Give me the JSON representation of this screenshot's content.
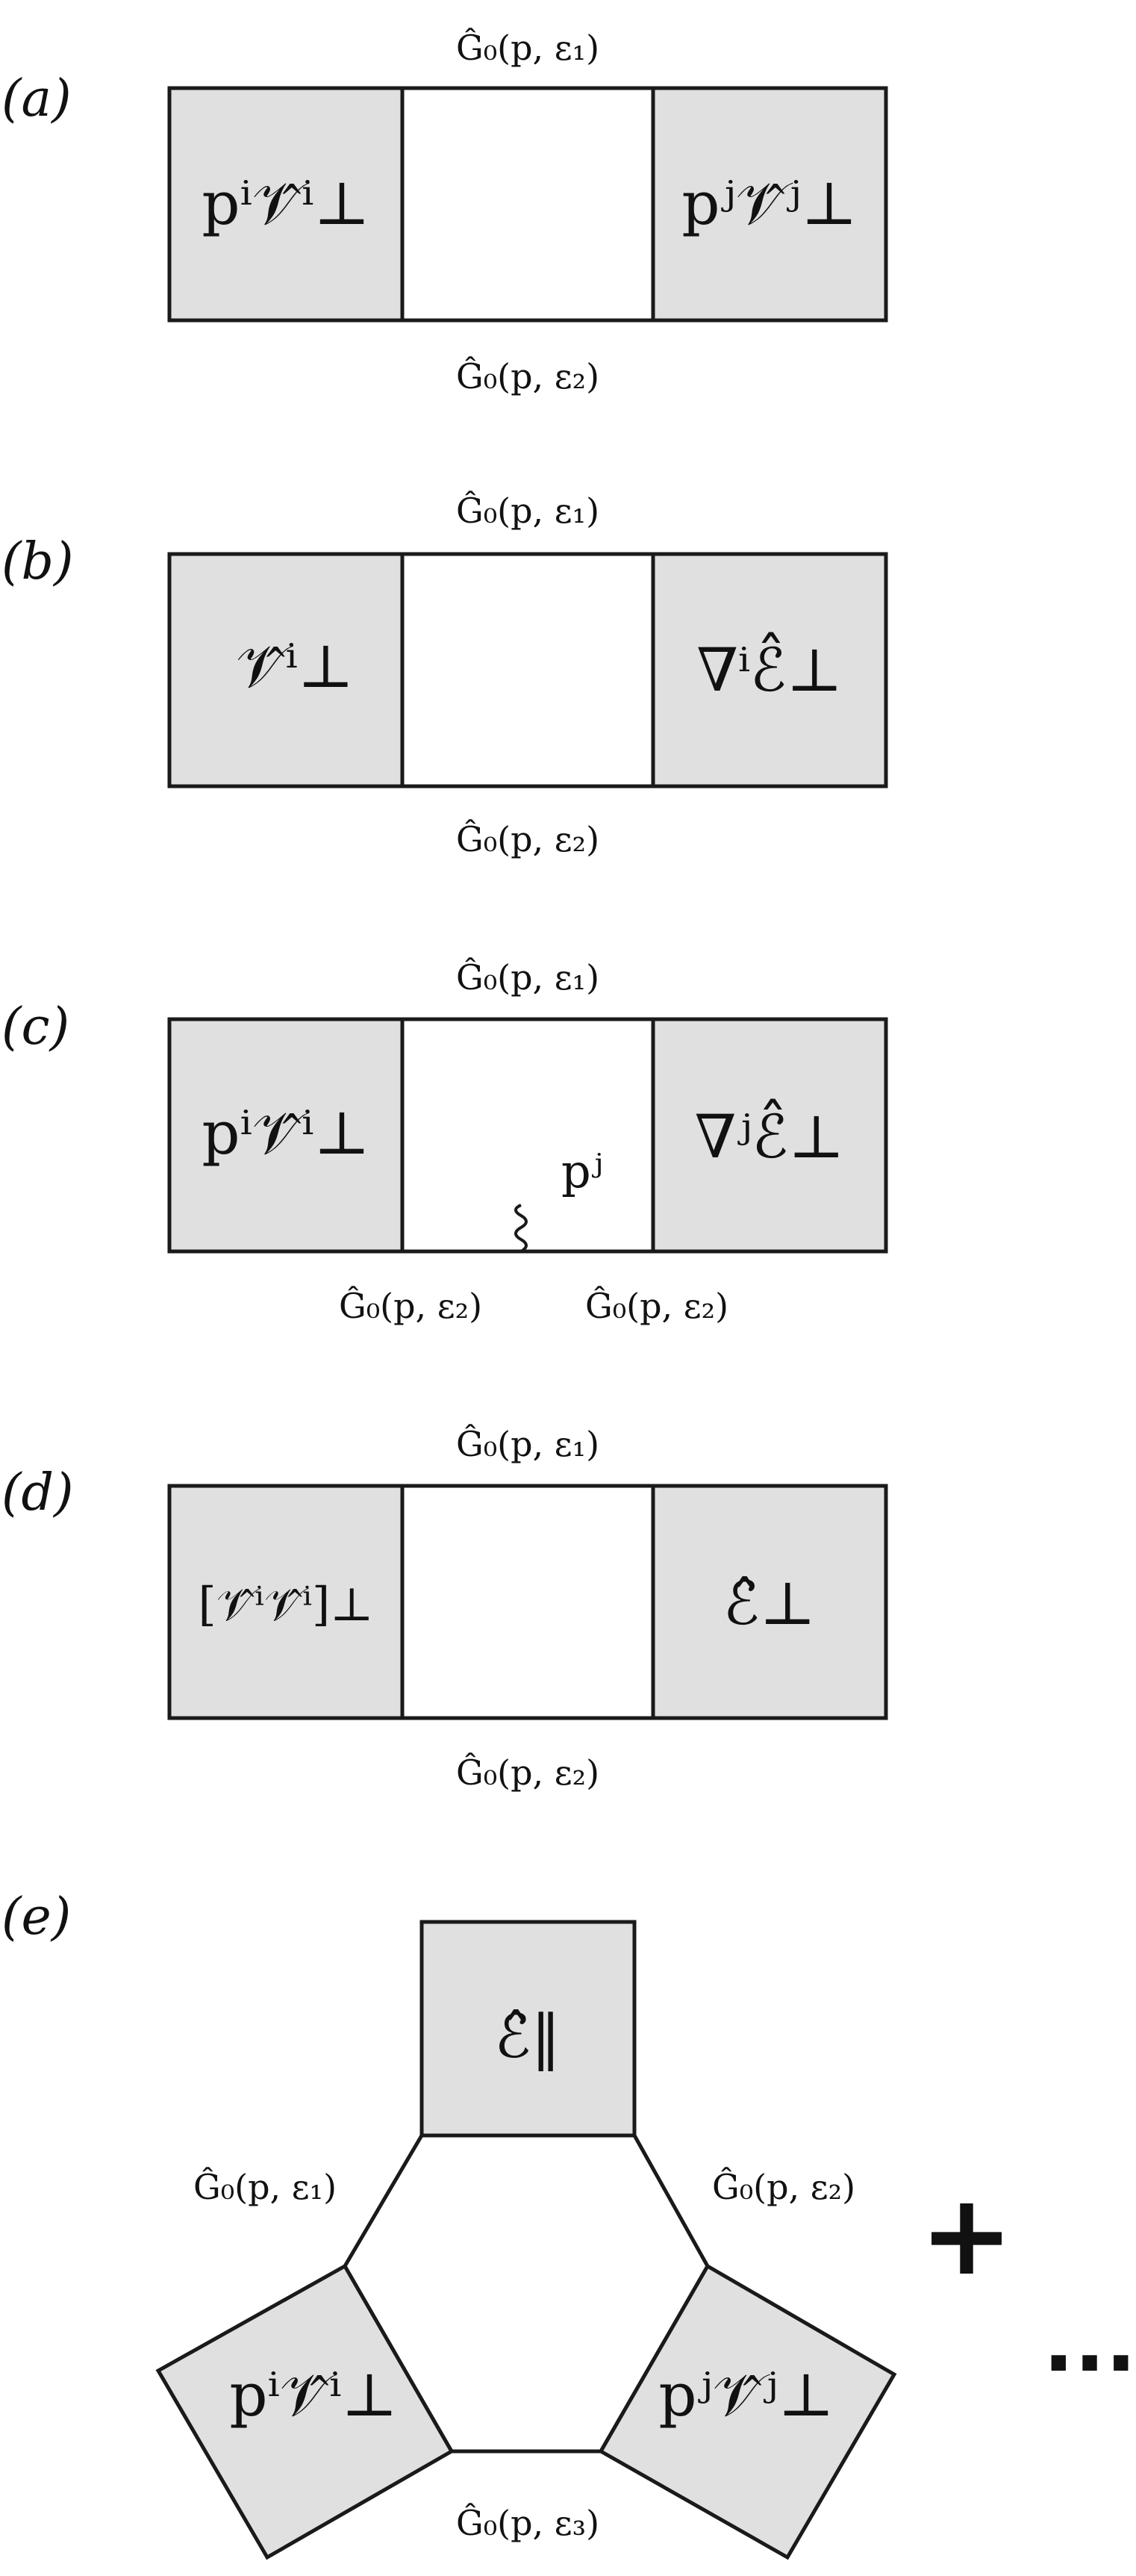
{
  "figure": {
    "more_terms": "+",
    "ellipsis": "..."
  },
  "panels": [
    {
      "label": "(a)",
      "top_propagator": "Ĝ₀(p, ε₁)",
      "bottom_propagator": "Ĝ₀(p, ε₂)",
      "left_vertex": "pⁱ𝒱̂ⁱ⊥",
      "right_vertex": "pʲ𝒱̂ʲ⊥"
    },
    {
      "label": "(b)",
      "top_propagator": "Ĝ₀(p, ε₁)",
      "bottom_propagator": "Ĝ₀(p, ε₂)",
      "left_vertex": "𝒱̂ⁱ⊥",
      "right_vertex": "∇ⁱℰ̂⊥"
    },
    {
      "label": "(c)",
      "top_propagator": "Ĝ₀(p, ε₁)",
      "bottom_left_propagator": "Ĝ₀(p, ε₂)",
      "bottom_right_propagator": "Ĝ₀(p, ε₂)",
      "left_vertex": "pⁱ𝒱̂ⁱ⊥",
      "right_vertex": "∇ʲℰ̂⊥",
      "insertion": "pʲ"
    },
    {
      "label": "(d)",
      "top_propagator": "Ĝ₀(p, ε₁)",
      "bottom_propagator": "Ĝ₀(p, ε₂)",
      "left_vertex": "[𝒱̂ⁱ𝒱̂ⁱ]⊥",
      "right_vertex": "ℰ̂⊥"
    },
    {
      "label": "(e)",
      "top_vertex": "ℰ̂‖",
      "left_propagator": "Ĝ₀(p, ε₁)",
      "right_propagator": "Ĝ₀(p, ε₂)",
      "bottom_propagator": "Ĝ₀(p, ε₃)",
      "left_vertex": "pⁱ𝒱̂ⁱ⊥",
      "right_vertex": "pʲ𝒱̂ʲ⊥"
    }
  ]
}
